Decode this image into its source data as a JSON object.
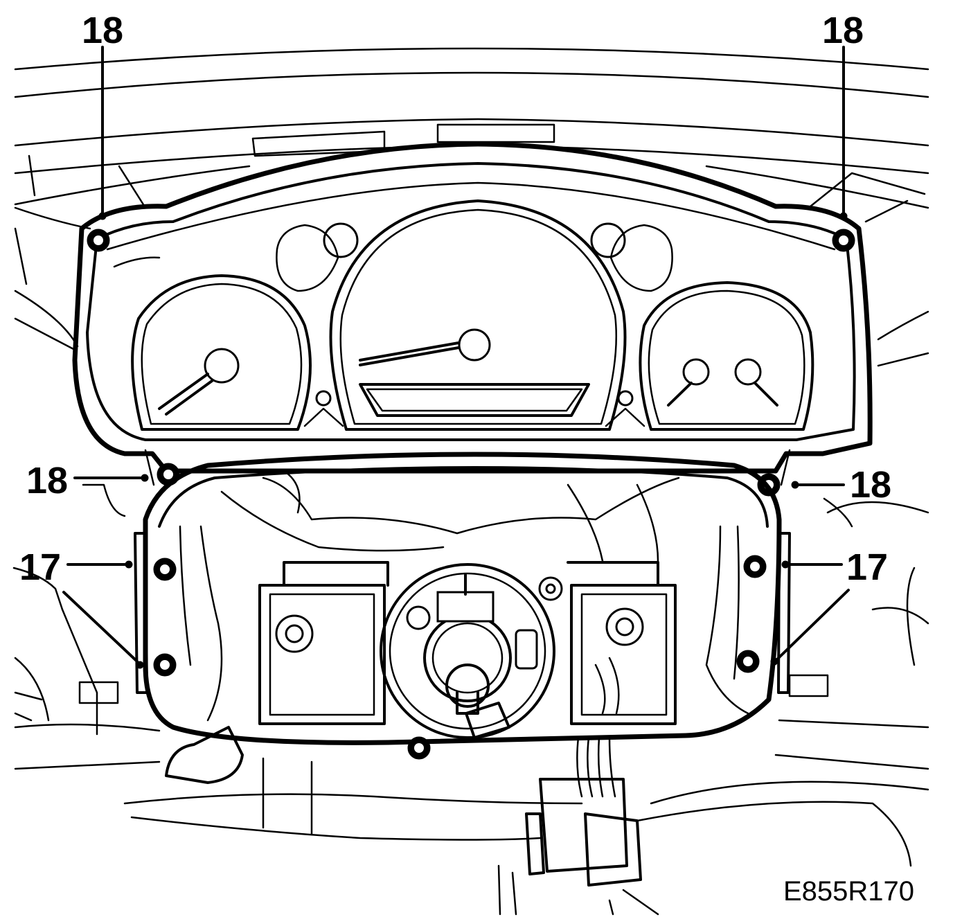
{
  "figure_id": "E855R170",
  "callouts": {
    "top_left": "18",
    "top_right": "18",
    "mid_left": "18",
    "mid_right": "18",
    "lower_left": "17",
    "lower_right": "17"
  }
}
